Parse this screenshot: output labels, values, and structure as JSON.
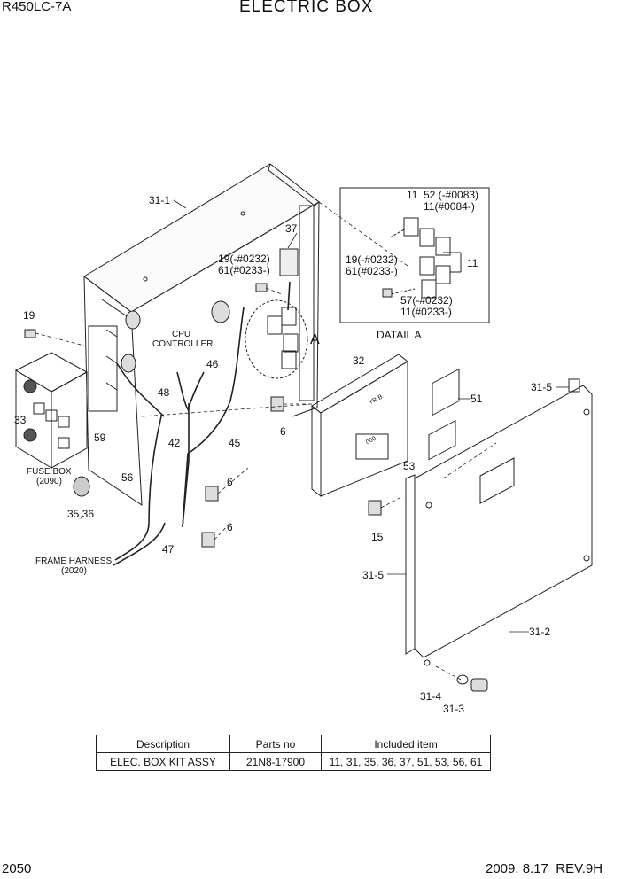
{
  "header": {
    "model": "R450LC-7A",
    "title": "ELECTRIC BOX"
  },
  "footer": {
    "page": "2050",
    "revision": "2009. 8.17  REV.9H"
  },
  "detail": {
    "caption": "DATAIL A",
    "marker": "A",
    "labels": [
      "11",
      "52 (-#0083)",
      "11(#0084-)",
      "19(-#0232)",
      "61(#0233-)",
      "11",
      "57(-#0232)",
      "11(#0233-)"
    ]
  },
  "callouts": {
    "c31_1": "31-1",
    "c37": "37",
    "c19a": "19(-#0232)",
    "c61a": "61(#0233-)",
    "c19": "19",
    "cpu": "CPU",
    "controller": "CONTROLLER",
    "c46": "46",
    "c48": "48",
    "c33": "33",
    "c59": "59",
    "c42": "42",
    "c45": "45",
    "c6a": "6",
    "c56": "56",
    "fuse_box": "FUSE BOX",
    "fuse_ref": "(2090)",
    "c35_36": "35,36",
    "c6b": "6",
    "c6c": "6",
    "c47": "47",
    "frame_harness": "FRAME HARNESS",
    "frame_ref": "(2020)",
    "c32": "32",
    "c51": "51",
    "c31_5a": "31-5",
    "c53": "53",
    "c15": "15",
    "c31_5b": "31-5",
    "c31_2": "31-2",
    "c31_4": "31-4",
    "c31_3": "31-3"
  },
  "panel_marks": {
    "ecu_top": "YR B",
    "ecu_box": "000"
  },
  "parts_table": {
    "headers": [
      "Description",
      "Parts no",
      "Included item"
    ],
    "rows": [
      [
        "ELEC. BOX KIT ASSY",
        "21N8-17900",
        "11, 31, 35, 36, 37, 51, 53, 56, 61"
      ]
    ]
  }
}
